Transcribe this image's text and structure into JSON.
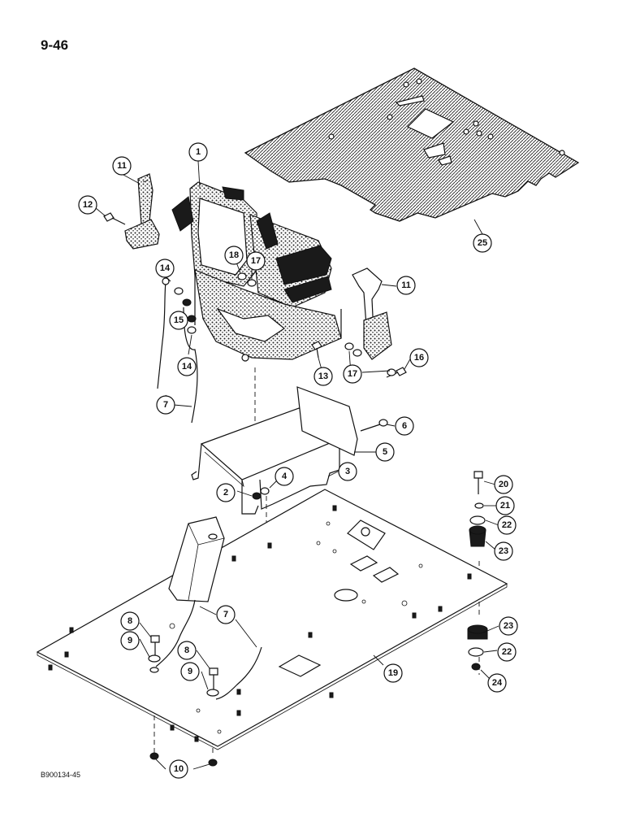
{
  "page_number": "9-46",
  "figure_code": "B900134-45",
  "callouts": [
    {
      "id": "c1",
      "label": "1"
    },
    {
      "id": "c11a",
      "label": "11"
    },
    {
      "id": "c12",
      "label": "12"
    },
    {
      "id": "c14a",
      "label": "14"
    },
    {
      "id": "c15",
      "label": "15"
    },
    {
      "id": "c14b",
      "label": "14"
    },
    {
      "id": "c18",
      "label": "18"
    },
    {
      "id": "c17a",
      "label": "17"
    },
    {
      "id": "c25",
      "label": "25"
    },
    {
      "id": "c11b",
      "label": "11"
    },
    {
      "id": "c16",
      "label": "16"
    },
    {
      "id": "c17b",
      "label": "17"
    },
    {
      "id": "c13",
      "label": "13"
    },
    {
      "id": "c7a",
      "label": "7"
    },
    {
      "id": "c6",
      "label": "6"
    },
    {
      "id": "c5",
      "label": "5"
    },
    {
      "id": "c3",
      "label": "3"
    },
    {
      "id": "c4",
      "label": "4"
    },
    {
      "id": "c2",
      "label": "2"
    },
    {
      "id": "c20",
      "label": "20"
    },
    {
      "id": "c21",
      "label": "21"
    },
    {
      "id": "c22a",
      "label": "22"
    },
    {
      "id": "c23a",
      "label": "23"
    },
    {
      "id": "c7b",
      "label": "7"
    },
    {
      "id": "c8a",
      "label": "8"
    },
    {
      "id": "c9a",
      "label": "9"
    },
    {
      "id": "c8b",
      "label": "8"
    },
    {
      "id": "c9b",
      "label": "9"
    },
    {
      "id": "c19",
      "label": "19"
    },
    {
      "id": "c23b",
      "label": "23"
    },
    {
      "id": "c22b",
      "label": "22"
    },
    {
      "id": "c24",
      "label": "24"
    },
    {
      "id": "c10",
      "label": "10"
    }
  ]
}
